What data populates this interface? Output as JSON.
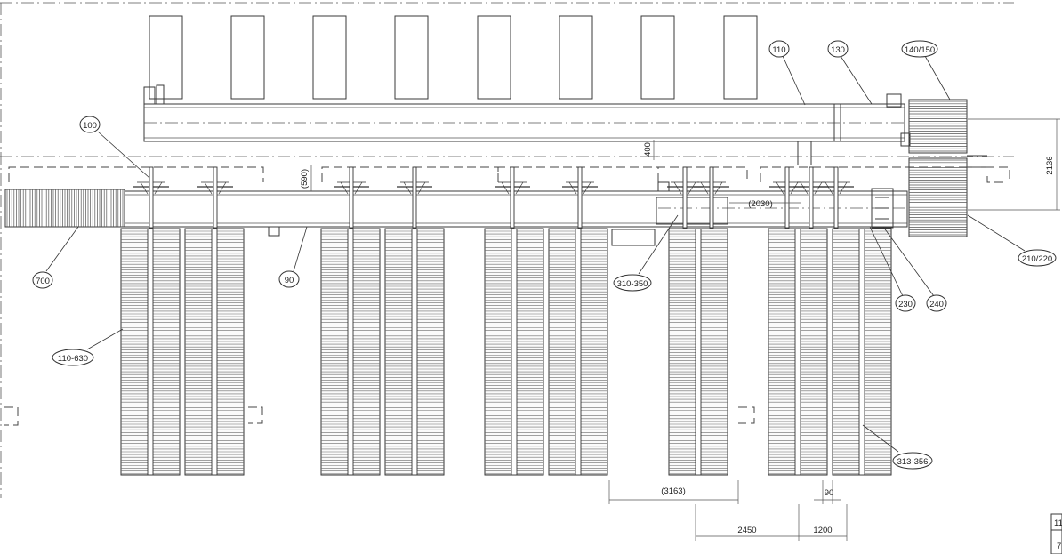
{
  "callouts": {
    "c100": "100",
    "c110": "110",
    "c130": "130",
    "c140_150": "140/150",
    "c700": "700",
    "c90": "90",
    "c310_350": "310-350",
    "c230": "230",
    "c240": "240",
    "c210_220": "210/220",
    "c110_630": "110-630",
    "c313_356": "313-356"
  },
  "dimensions": {
    "d400": "400",
    "d590": "(590)",
    "d2030": "(2030)",
    "d2136": "2136",
    "d3163": "(3163)",
    "d90": "90",
    "d2450": "2450",
    "d1200": "1200"
  },
  "title_block": {
    "row1": "11",
    "row2": "7"
  },
  "colors": {
    "line": "#3a3a3a",
    "background": "#ffffff"
  }
}
